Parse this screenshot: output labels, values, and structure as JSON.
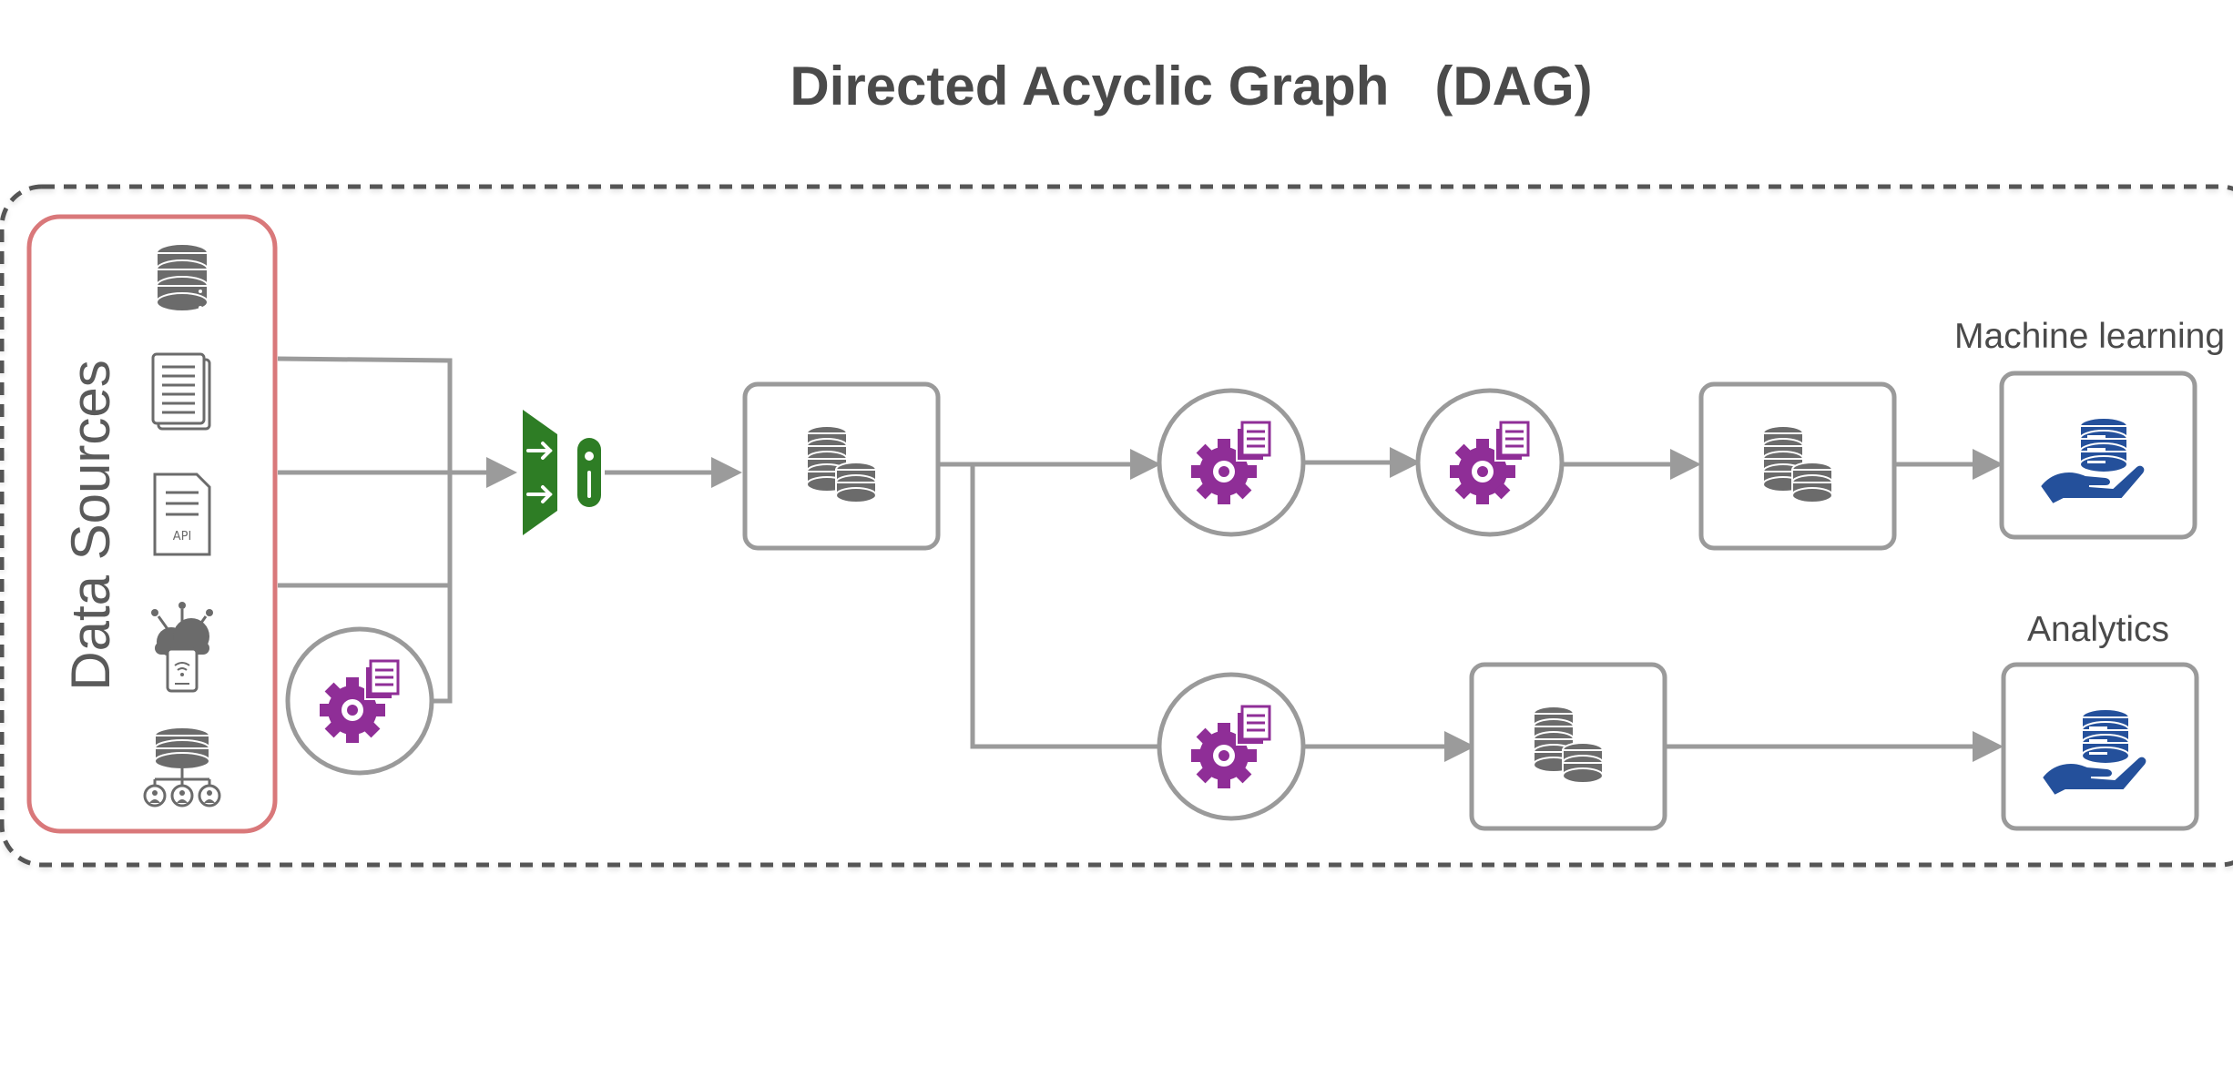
{
  "title": "Directed Acyclic Graph   (DAG)",
  "data_sources": {
    "label": "Data Sources",
    "icons": [
      "database-icon",
      "document-icon",
      "api-document-icon",
      "iot-cloud-icon",
      "database-network-icon"
    ]
  },
  "nodes": {
    "ingest": "funnel-gateway-icon",
    "process": "gear-document-icon",
    "storage": "database-stack-icon",
    "output": "database-hand-icon"
  },
  "outputs": {
    "machine_learning": "Machine learning",
    "analytics": "Analytics"
  },
  "colors": {
    "title": "#4a4a4a",
    "source_border": "#d9787a",
    "connector": "#9b9b9b",
    "node_border": "#9a9a9a",
    "process_purple": "#8f2e97",
    "ingest_green": "#2e7d25",
    "output_blue": "#24509b",
    "icon_gray": "#6b6b6b",
    "dashed_border": "#555555"
  }
}
